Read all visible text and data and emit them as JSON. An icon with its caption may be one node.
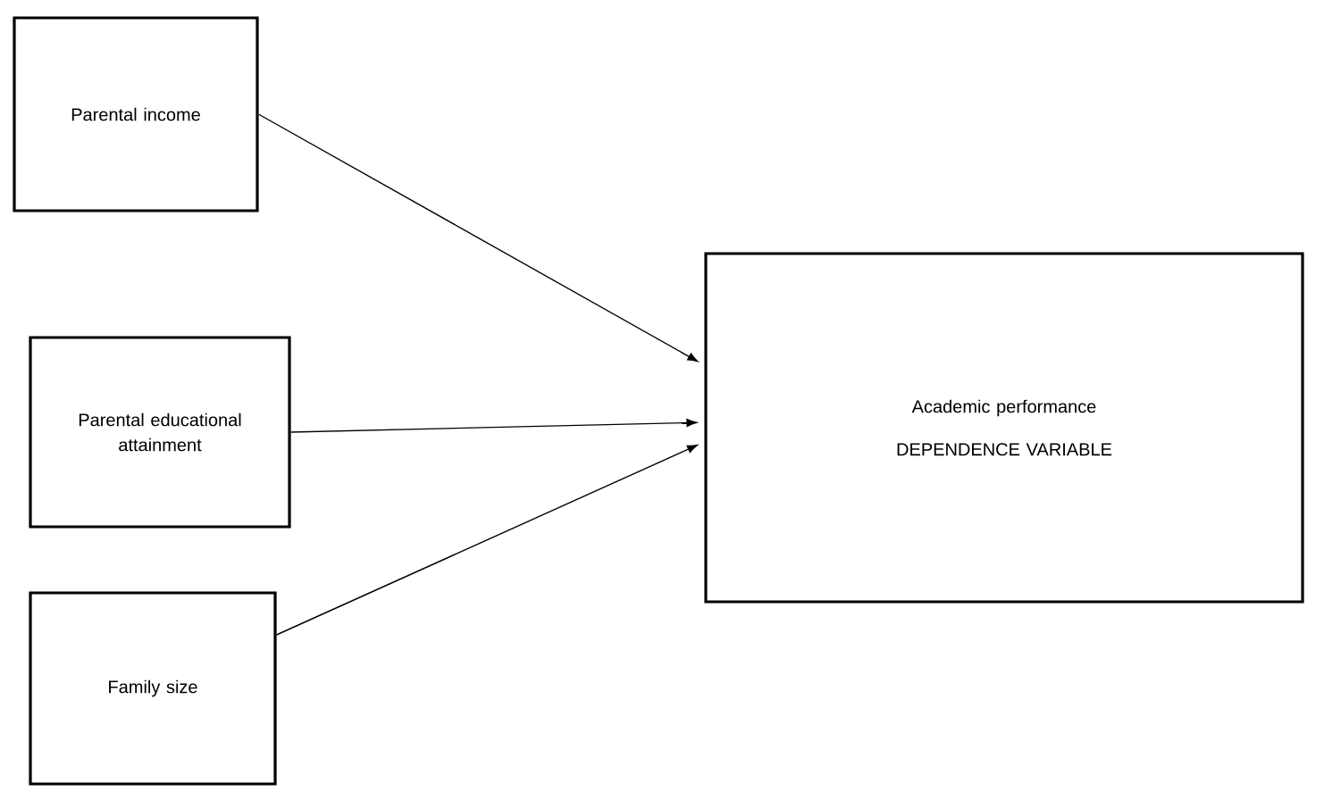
{
  "diagram": {
    "nodes": [
      {
        "text": [
          "Parental income"
        ]
      },
      {
        "text": [
          "Parental educational attainment"
        ]
      },
      {
        "text": [
          "Family size"
        ]
      },
      {
        "text": [
          "Academic performance",
          "DEPENDENCE VARIABLE"
        ]
      }
    ],
    "edges": [
      {
        "from": 0,
        "to": 3,
        "arrow": "to"
      },
      {
        "from": 1,
        "to": 3,
        "arrow": "to"
      },
      {
        "from": 2,
        "to": 3,
        "arrow": "to"
      }
    ]
  }
}
